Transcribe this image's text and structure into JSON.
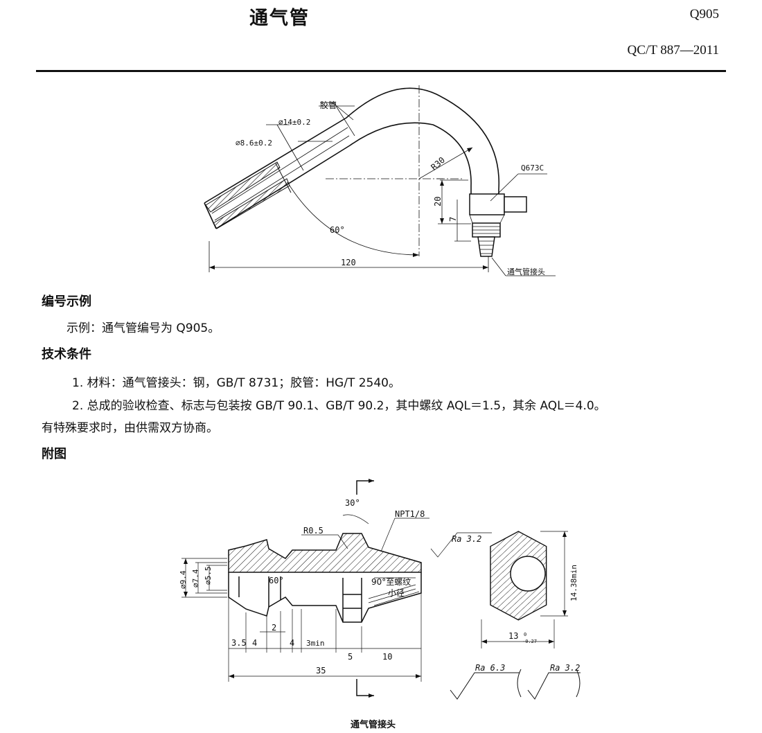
{
  "header": {
    "title": "通气管",
    "code": "Q905",
    "standard": "QC/T 887—2011"
  },
  "fig1": {
    "label_hose": "胶管",
    "dia_outer": "⌀14±0.2",
    "dia_inner": "⌀8.6±0.2",
    "radius": "R30",
    "part_ref": "Q673C",
    "dim_20": "20",
    "dim_7": "7",
    "angle": "60°",
    "length": "120",
    "label_connector": "通气管接头"
  },
  "body": {
    "sec1_title": "编号示例",
    "example": "示例：通气管编号为 Q905。",
    "sec2_title": "技术条件",
    "cond1": "1. 材料：通气管接头：钢，GB/T 8731；胶管：HG/T 2540。",
    "cond2_line1": "2. 总成的验收检查、标志与包装按 GB/T 90.1、GB/T 90.2，其中螺纹 AQL＝1.5，其余 AQL＝4.0。",
    "cond2_line2": "有特殊要求时，由供需双方协商。",
    "sec3_title": "附图"
  },
  "fig2": {
    "angle30": "30°",
    "r05": "R0.5",
    "npt": "NPT1/8",
    "ra32_top": "Ra 3.2",
    "d94": "⌀9.4",
    "d74": "⌀7.4",
    "d55": "⌀5.5",
    "angle60": "60°",
    "angle90": "90°至螺纹",
    "minor_dia": "小径",
    "dim_2": "2",
    "dim_35": "3.5",
    "dim_4a": "4",
    "dim_4b": "4",
    "dim_3min": "3min",
    "dim_5": "5",
    "dim_10": "10",
    "dim_total": "35",
    "hex_height": "14.38min",
    "hex_width": "13",
    "hex_tol": "0\n-0.27",
    "hex_tol_upper": "0",
    "hex_tol_lower": "-0.27",
    "ra63": "Ra 6.3",
    "ra32_paren": "Ra 3.2",
    "caption": "通气管接头"
  }
}
